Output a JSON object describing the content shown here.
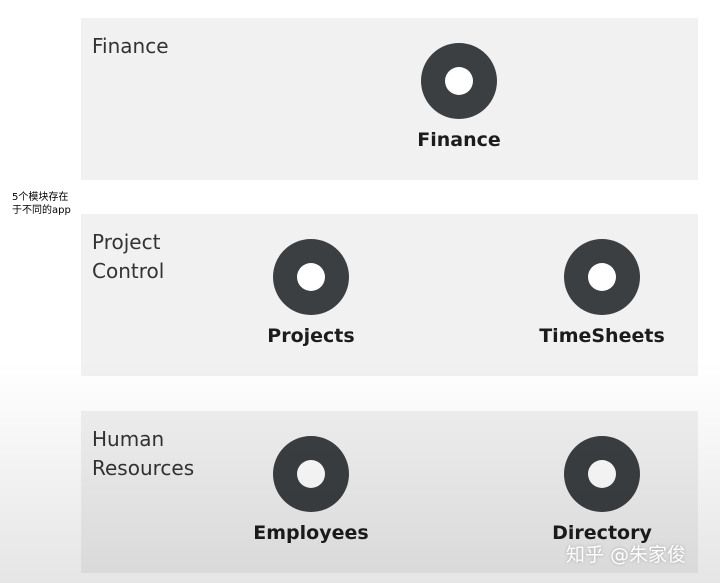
{
  "side_note": "5个模块存在于不同的app",
  "sections": {
    "finance": {
      "title": "Finance",
      "apps": [
        {
          "label": "Finance",
          "icon": "donut-icon"
        }
      ]
    },
    "project_control": {
      "title": "Project Control",
      "apps": [
        {
          "label": "Projects",
          "icon": "donut-icon"
        },
        {
          "label": "TimeSheets",
          "icon": "donut-icon"
        }
      ]
    },
    "human_resources": {
      "title": "Human Resources",
      "apps": [
        {
          "label": "Employees",
          "icon": "donut-icon"
        },
        {
          "label": "Directory",
          "icon": "donut-icon"
        }
      ]
    }
  },
  "watermark": "知乎 @朱家俊",
  "colors": {
    "section_background": "#f1f1f1",
    "icon": "#3b3f42",
    "icon_hole": "#ffffff",
    "label": "#1c1c1c",
    "title": "#333333"
  }
}
